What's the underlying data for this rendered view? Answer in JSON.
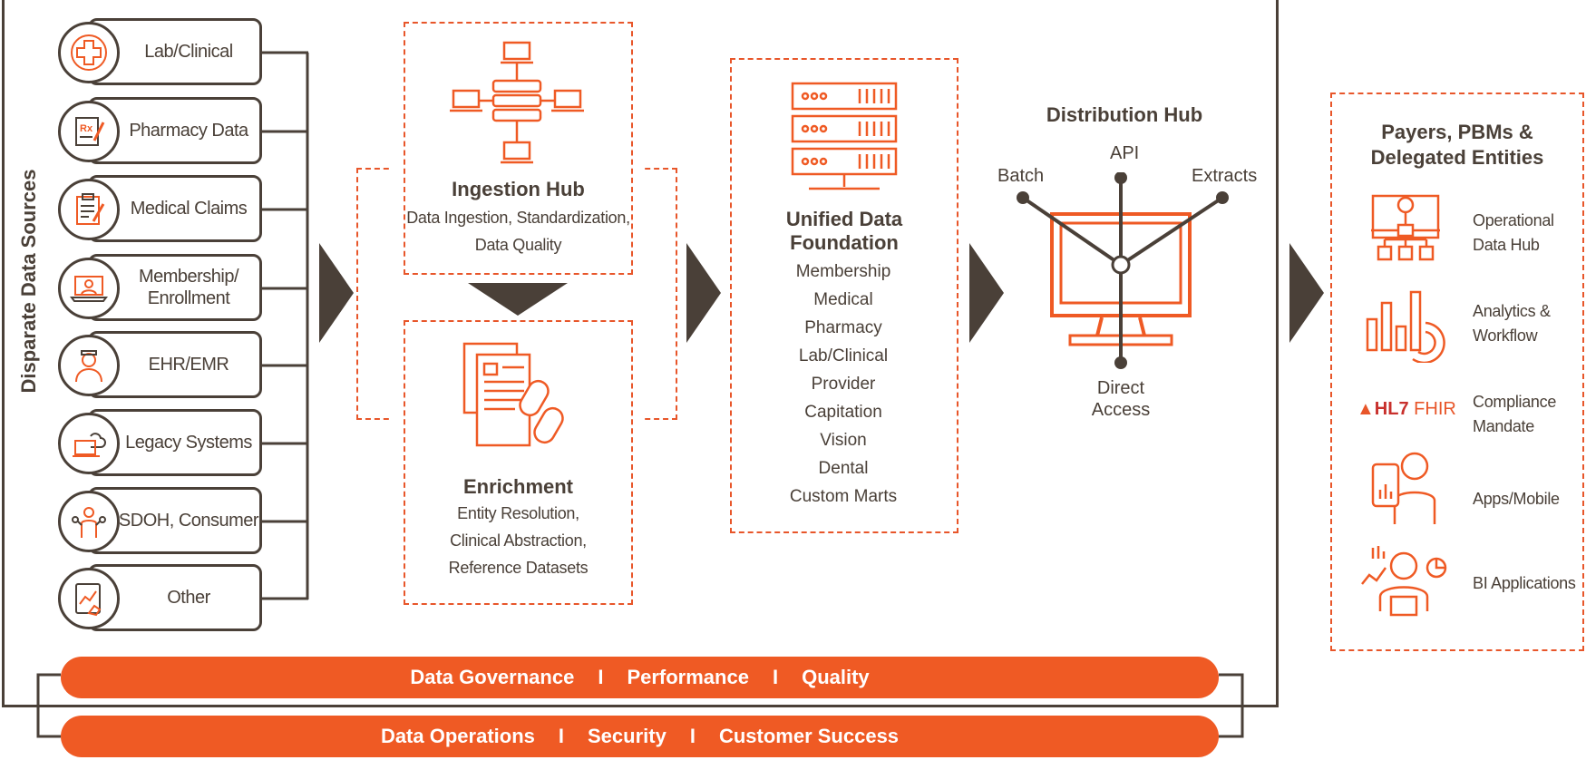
{
  "side_label": "Disparate Data Sources",
  "sources": [
    {
      "label": "Lab/Clinical",
      "icon": "medical-cross-icon"
    },
    {
      "label": "Pharmacy Data",
      "icon": "prescription-icon"
    },
    {
      "label": "Medical Claims",
      "icon": "clipboard-icon"
    },
    {
      "label": "Membership/\nEnrollment",
      "icon": "laptop-user-icon"
    },
    {
      "label": "EHR/EMR",
      "icon": "nurse-icon"
    },
    {
      "label": "Legacy Systems",
      "icon": "cloud-laptop-icon"
    },
    {
      "label": "SDOH, Consumer",
      "icon": "person-network-icon"
    },
    {
      "label": "Other",
      "icon": "tablet-chart-icon"
    }
  ],
  "ingestion": {
    "title": "Ingestion Hub",
    "line1": "Data Ingestion, Standardization,",
    "line2": "Data Quality"
  },
  "enrichment": {
    "title": "Enrichment",
    "line1": "Entity Resolution,",
    "line2": "Clinical Abstraction,",
    "line3": "Reference Datasets"
  },
  "unified": {
    "title1": "Unified Data",
    "title2": "Foundation",
    "items": [
      "Membership",
      "Medical",
      "Pharmacy",
      "Lab/Clinical",
      "Provider",
      "Capitation",
      "Vision",
      "Dental",
      "Custom Marts"
    ]
  },
  "distribution": {
    "title": "Distribution Hub",
    "batch": "Batch",
    "api": "API",
    "extracts": "Extracts",
    "direct1": "Direct",
    "direct2": "Access"
  },
  "payers": {
    "title1": "Payers, PBMs &",
    "title2": "Delegated Entities",
    "items": [
      {
        "line1": "Operational",
        "line2": "Data Hub",
        "icon": "data-hub-icon"
      },
      {
        "line1": "Analytics &",
        "line2": "Workflow",
        "icon": "analytics-icon"
      },
      {
        "line1": "Compliance",
        "line2": "Mandate",
        "icon": "hl7-fhir-logo"
      },
      {
        "line1": "Apps/Mobile",
        "line2": "",
        "icon": "mobile-user-icon"
      },
      {
        "line1": "BI Applications",
        "line2": "",
        "icon": "bi-user-icon"
      }
    ],
    "hl7": "HL7",
    "fhir": "FHIR"
  },
  "bars": {
    "top": [
      "Data Governance",
      "Performance",
      "Quality"
    ],
    "bottom": [
      "Data Operations",
      "Security",
      "Customer Success"
    ],
    "separator": "I"
  },
  "colors": {
    "accent": "#ef5a24",
    "dark": "#4a4038"
  }
}
